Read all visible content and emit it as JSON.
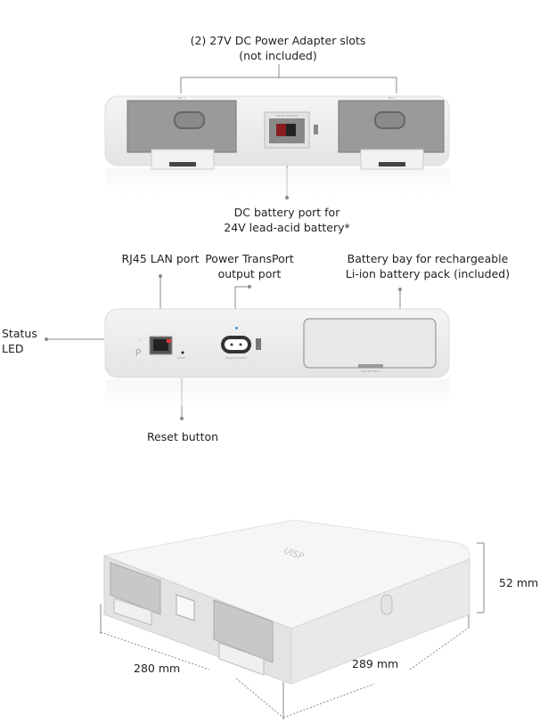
{
  "callouts": {
    "psu_slots": {
      "line1": "(2) 27V DC Power Adapter slots",
      "line2": "(not included)"
    },
    "dc_battery": {
      "line1": "DC battery port for",
      "line2": "24V lead-acid battery*"
    },
    "rj45": {
      "line1": "RJ45 LAN port"
    },
    "power_transport": {
      "line1": "Power TransPort",
      "line2": "output port"
    },
    "battery_bay": {
      "line1": "Battery bay for rechargeable",
      "line2": "Li-ion battery pack (included)"
    },
    "status_led": {
      "line1": "Status",
      "line2": "LED"
    },
    "reset": {
      "line1": "Reset button"
    }
  },
  "device_labels": {
    "psu1": "PSU 1",
    "psu2": "PSU 2",
    "battery_port": "24V DC BATTERY",
    "panel_letter": "P",
    "reset": "RESET",
    "power_transport": "Power TransPort",
    "battery_pack": "BATTERY PACK",
    "logo": "UISP"
  },
  "dimensions": {
    "height": "52 mm",
    "width": "280 mm",
    "depth": "289 mm"
  },
  "colors": {
    "line": "#8a8a8a",
    "device": "#ececec",
    "device_edge": "#d6d6d6",
    "led_blue": "#5aa0e6",
    "port_red": "#c0262b"
  }
}
